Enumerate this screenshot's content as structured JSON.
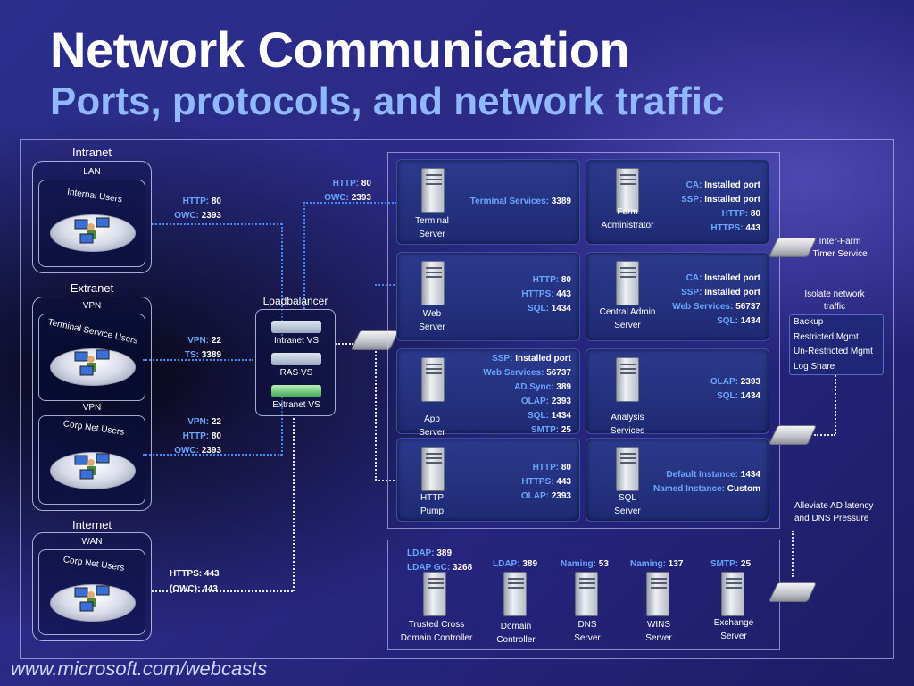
{
  "title": "Network Communication",
  "subtitle": "Ports, protocols, and network traffic",
  "footer": "www.microsoft.com/webcasts",
  "left": {
    "intranet_label": "Intranet",
    "lan_label": "LAN",
    "internal_users": "Internal Users",
    "extranet_label": "Extranet",
    "vpn1_label": "VPN",
    "terminal_service_users": "Terminal Service Users",
    "vpn2_label": "VPN",
    "corp_net_users_1": "Corp Net Users",
    "internet_label": "Internet",
    "wan_label": "WAN",
    "corp_net_users_2": "Corp Net Users"
  },
  "links": {
    "intranet": [
      {
        "k": "HTTP:",
        "v": "80"
      },
      {
        "k": "OWC:",
        "v": "2393"
      }
    ],
    "lb_top": [
      {
        "k": "HTTP:",
        "v": "80"
      },
      {
        "k": "OWC:",
        "v": "2393"
      }
    ],
    "ts": [
      {
        "k": "VPN:",
        "v": "22"
      },
      {
        "k": "TS:",
        "v": "3389"
      }
    ],
    "corp": [
      {
        "k": "VPN:",
        "v": "22"
      },
      {
        "k": "HTTP:",
        "v": "80"
      },
      {
        "k": "OWC:",
        "v": "2393"
      }
    ],
    "internet": [
      {
        "k": "HTTPS:",
        "v": "443"
      },
      {
        "k": "(OWC):",
        "v": "443"
      }
    ]
  },
  "loadbalancer": {
    "label": "Loadbalancer",
    "vs": [
      "Intranet VS",
      "RAS VS",
      "Extranet VS"
    ]
  },
  "farm": {
    "rows": [
      {
        "left_caption": [
          "Terminal",
          "Server"
        ],
        "left_ports": [
          {
            "k": "Terminal Services:",
            "v": "3389"
          }
        ],
        "right_caption": [
          "Farm",
          "Administrator"
        ],
        "right_ports": [
          {
            "k": "CA:",
            "v": "Installed port"
          },
          {
            "k": "SSP:",
            "v": "Installed port"
          },
          {
            "k": "HTTP:",
            "v": "80"
          },
          {
            "k": "HTTPS:",
            "v": "443"
          }
        ]
      },
      {
        "left_caption": [
          "Web",
          "Server"
        ],
        "left_ports": [
          {
            "k": "HTTP:",
            "v": "80"
          },
          {
            "k": "HTTPS:",
            "v": "443"
          },
          {
            "k": "SQL:",
            "v": "1434"
          }
        ],
        "right_caption": [
          "Central Admin",
          "Server"
        ],
        "right_ports": [
          {
            "k": "CA:",
            "v": "Installed port"
          },
          {
            "k": "SSP:",
            "v": "Installed port"
          },
          {
            "k": "Web Services:",
            "v": "56737"
          },
          {
            "k": "SQL:",
            "v": "1434"
          }
        ]
      },
      {
        "left_caption": [
          "App",
          "Server"
        ],
        "left_ports": [
          {
            "k": "SSP:",
            "v": "Installed port"
          },
          {
            "k": "Web Services:",
            "v": "56737"
          },
          {
            "k": "AD Sync:",
            "v": "389"
          },
          {
            "k": "OLAP:",
            "v": "2393"
          },
          {
            "k": "SQL:",
            "v": "1434"
          },
          {
            "k": "SMTP:",
            "v": "25"
          }
        ],
        "right_caption": [
          "Analysis",
          "Services"
        ],
        "right_ports": [
          {
            "k": "OLAP:",
            "v": "2393"
          },
          {
            "k": "SQL:",
            "v": "1434"
          }
        ]
      },
      {
        "left_caption": [
          "HTTP",
          "Pump"
        ],
        "left_ports": [
          {
            "k": "HTTP:",
            "v": "80"
          },
          {
            "k": "HTTPS:",
            "v": "443"
          },
          {
            "k": "OLAP:",
            "v": "2393"
          }
        ],
        "right_caption": [
          "SQL",
          "Server"
        ],
        "right_ports": [
          {
            "k": "Default Instance:",
            "v": "1434"
          },
          {
            "k": "Named Instance:",
            "v": "Custom"
          }
        ]
      }
    ]
  },
  "infra": [
    {
      "caption": [
        "Trusted Cross",
        "Domain  Controller"
      ],
      "ports": [
        {
          "k": "LDAP:",
          "v": "389"
        },
        {
          "k": "LDAP GC:",
          "v": "3268"
        }
      ]
    },
    {
      "caption": [
        "Domain",
        "Controller"
      ],
      "ports": [
        {
          "k": "LDAP:",
          "v": "389"
        }
      ]
    },
    {
      "caption": [
        "DNS",
        "Server"
      ],
      "ports": [
        {
          "k": "Naming:",
          "v": "53"
        }
      ]
    },
    {
      "caption": [
        "WINS",
        "Server"
      ],
      "ports": [
        {
          "k": "Naming:",
          "v": "137"
        }
      ]
    },
    {
      "caption": [
        "Exchange",
        "Server"
      ],
      "ports": [
        {
          "k": "SMTP:",
          "v": "25"
        }
      ]
    }
  ],
  "right_side": {
    "inter_farm": [
      "Inter-Farm",
      "Timer Service"
    ],
    "isolate": [
      "Isolate network",
      "traffic"
    ],
    "isolate_items": [
      "Backup",
      "Restricted Mgmt",
      "Un-Restricted Mgmt",
      "Log Share"
    ],
    "alleviate": [
      "Alleviate AD latency",
      "and DNS Pressure"
    ]
  },
  "colors": {
    "port_key": "#6aa6ff",
    "link_dots": "#3f8cff",
    "title_sub": "#8fb8ff"
  }
}
